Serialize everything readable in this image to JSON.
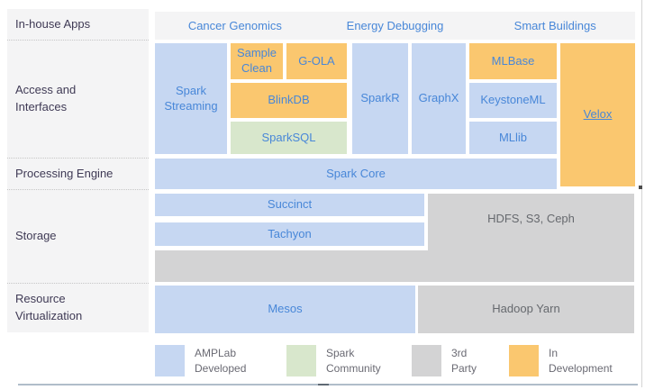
{
  "palette": {
    "amplab_developed": "#c6d7f2",
    "spark_community": "#d8e7cc",
    "third_party": "#d3d3d4",
    "in_development": "#fac76f",
    "panel_bg": "#f4f4f5",
    "box_text_blue": "#4887d8",
    "gray_box_text": "#66696e",
    "row_label_text": "#3f3a55",
    "legend_text": "#6a6a73"
  },
  "row_labels": {
    "in_house_apps": "In-house Apps",
    "access_interfaces": "Access and Interfaces",
    "processing_engine": "Processing Engine",
    "storage": "Storage",
    "resource_virtualization": "Resource Virtualization"
  },
  "apps": {
    "cancer_genomics": "Cancer Genomics",
    "energy_debugging": "Energy Debugging",
    "smart_buildings": "Smart Buildings"
  },
  "components": {
    "spark_streaming": "Spark Streaming",
    "sample_clean": "Sample Clean",
    "g_ola": "G-OLA",
    "blinkdb": "BlinkDB",
    "sparksql": "SparkSQL",
    "sparkr": "SparkR",
    "graphx": "GraphX",
    "mlbase": "MLBase",
    "keystoneml": "KeystoneML",
    "mllib": "MLlib",
    "velox": "Velox",
    "spark_core": "Spark Core",
    "succinct": "Succinct",
    "tachyon": "Tachyon",
    "hdfs_s3_ceph": "HDFS, S3, Ceph",
    "mesos": "Mesos",
    "hadoop_yarn": "Hadoop Yarn"
  },
  "legend": [
    {
      "lines": [
        "AMPLab",
        "Developed"
      ],
      "color": "#c6d7f2"
    },
    {
      "lines": [
        "Spark",
        "Community"
      ],
      "color": "#d8e7cc"
    },
    {
      "lines": [
        "3rd",
        "Party"
      ],
      "color": "#d3d3d4"
    },
    {
      "lines": [
        "In",
        "Development"
      ],
      "color": "#fac76f"
    }
  ]
}
